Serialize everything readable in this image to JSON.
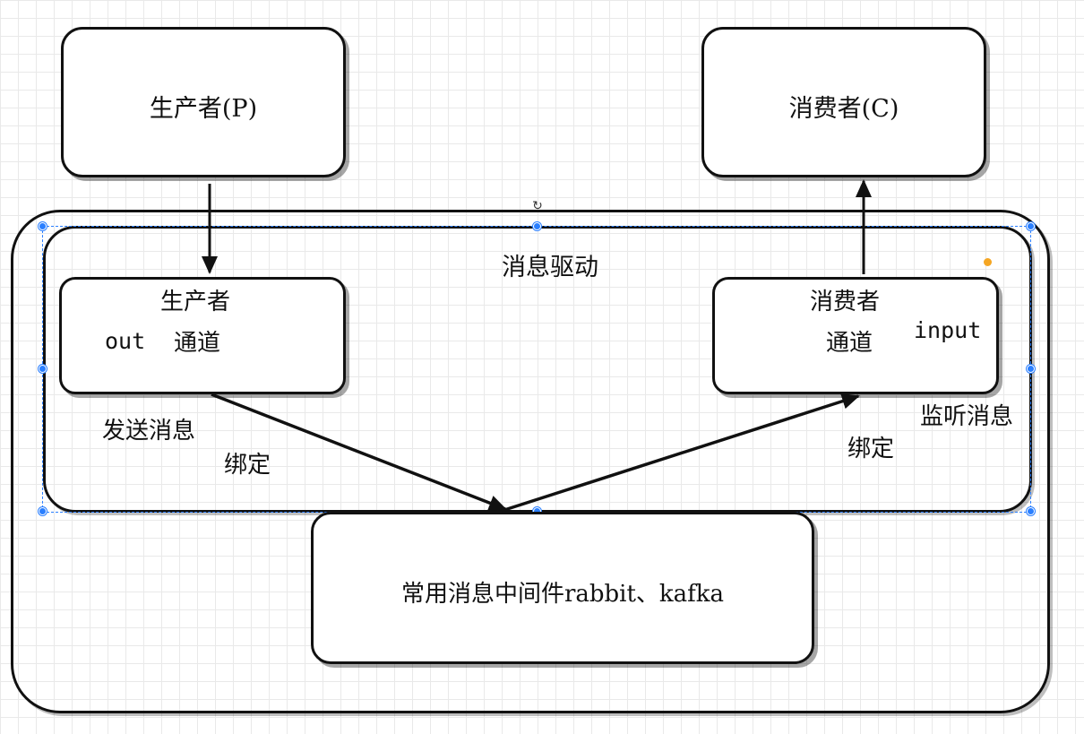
{
  "diagram": {
    "producer_box": {
      "title": "生产者(P)"
    },
    "consumer_box": {
      "title": "消费者(C)"
    },
    "container_title": "消息驱动",
    "producer_channel": {
      "line1": "生产者",
      "prefix": "out",
      "channel": "通道"
    },
    "consumer_channel": {
      "line1": "消费者",
      "channel": "通道",
      "suffix": "input"
    },
    "middleware_box": {
      "title": "常用消息中间件rabbit、kafka"
    },
    "labels": {
      "send_message": "发送消息",
      "bind_left": "绑定",
      "listen_message": "监听消息",
      "bind_right": "绑定"
    }
  },
  "colors": {
    "stroke": "#111111",
    "selection": "#2a7fff",
    "grid": "#e9e9e9",
    "dot_accent": "#f5a623"
  }
}
